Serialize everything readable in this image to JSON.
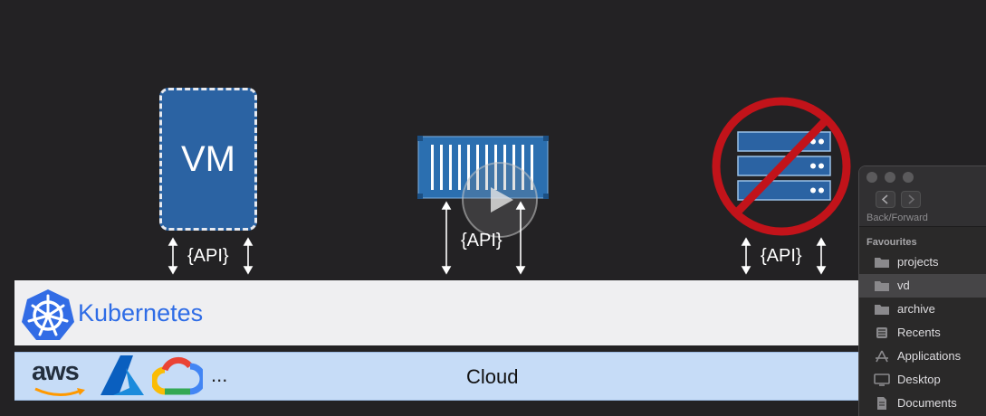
{
  "diagram": {
    "vm_label": "VM",
    "api_label": "{API}",
    "kubernetes_label": "Kubernetes",
    "cloud_label": "Cloud",
    "providers_label": "aws",
    "more_label": "...",
    "colors": {
      "vm_blue": "#2b63a3",
      "k8s_blue": "#326ce5",
      "prohibit_red": "#c2131a",
      "cloud_blue": "#c6dcf7"
    },
    "icons": [
      "kubernetes-icon",
      "aws-logo",
      "azure-logo",
      "google-cloud-logo",
      "shipping-container-icon",
      "server-rack-icon",
      "prohibited-icon",
      "play-icon"
    ]
  },
  "finder": {
    "nav_label": "Back/Forward",
    "section_title": "Favourites",
    "items": [
      {
        "label": "projects",
        "icon": "folder-icon"
      },
      {
        "label": "vd",
        "icon": "folder-icon"
      },
      {
        "label": "archive",
        "icon": "folder-icon"
      },
      {
        "label": "Recents",
        "icon": "recents-icon"
      },
      {
        "label": "Applications",
        "icon": "applications-icon"
      },
      {
        "label": "Desktop",
        "icon": "desktop-icon"
      },
      {
        "label": "Documents",
        "icon": "documents-icon"
      }
    ]
  }
}
